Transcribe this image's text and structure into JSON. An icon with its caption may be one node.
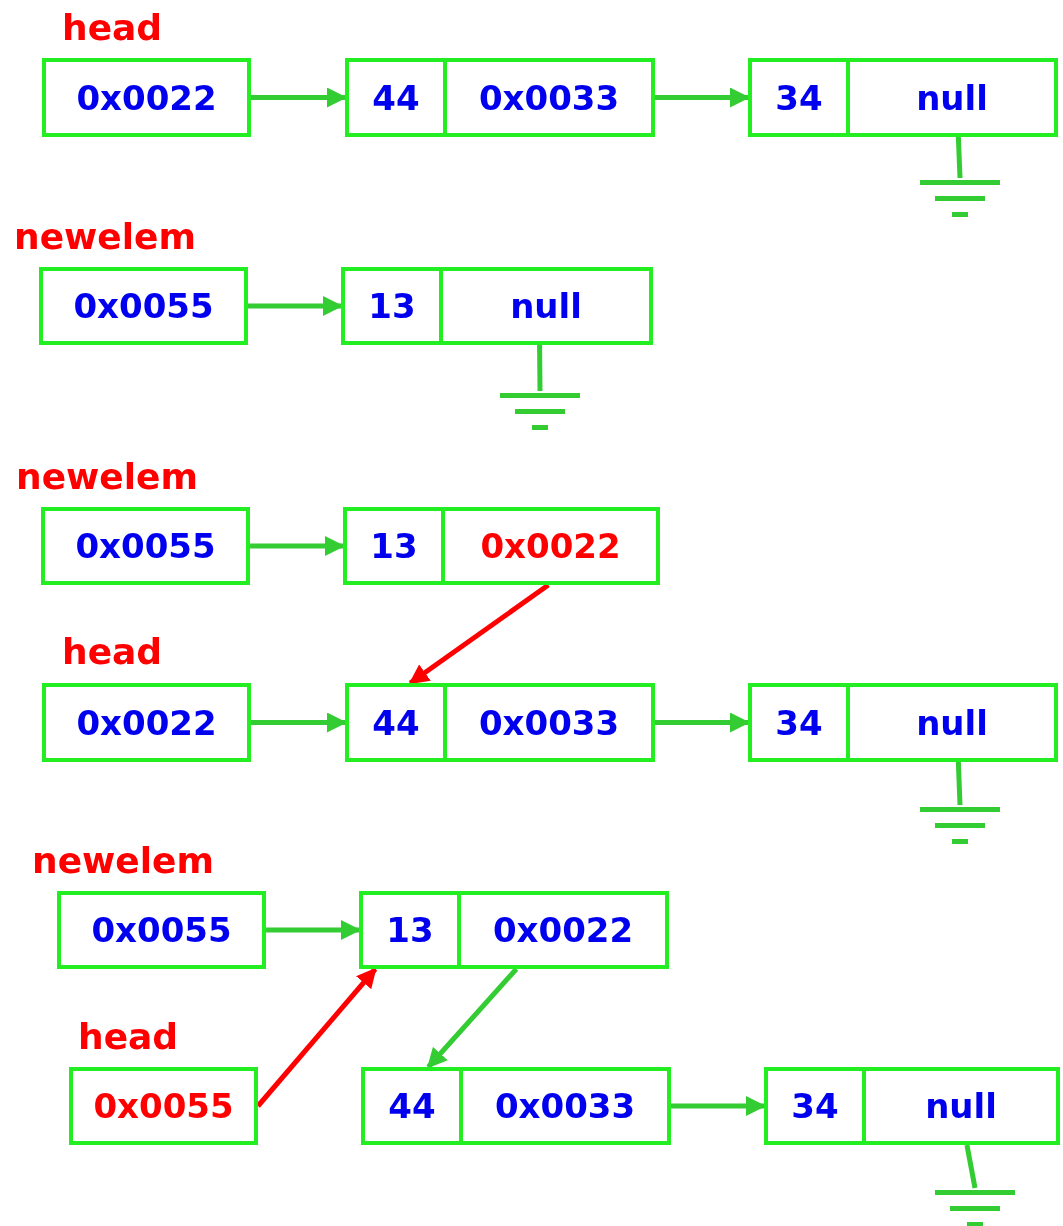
{
  "diagram": {
    "nodes": [
      {
        "text": [
          "0x0022"
        ]
      },
      {
        "text": [
          "44"
        ]
      },
      {
        "text": [
          "0x0033"
        ]
      },
      {
        "text": [
          "34"
        ]
      },
      {
        "text": [
          "null"
        ]
      },
      {
        "text": [],
        "shape": "ground"
      },
      {
        "text": [
          "0x0055"
        ]
      },
      {
        "text": [
          "13"
        ]
      },
      {
        "text": [
          "null"
        ]
      },
      {
        "text": [],
        "shape": "ground"
      },
      {
        "text": [
          "0x0055"
        ]
      },
      {
        "text": [
          "13"
        ]
      },
      {
        "text": [
          "0x0022"
        ]
      },
      {
        "text": [
          "0x0022"
        ]
      },
      {
        "text": [
          "44"
        ]
      },
      {
        "text": [
          "0x0033"
        ]
      },
      {
        "text": [
          "34"
        ]
      },
      {
        "text": [
          "null"
        ]
      },
      {
        "text": [],
        "shape": "ground"
      },
      {
        "text": [
          "0x0055"
        ]
      },
      {
        "text": [
          "13"
        ]
      },
      {
        "text": [
          "0x0022"
        ]
      },
      {
        "text": [
          "0x0055"
        ]
      },
      {
        "text": [
          "44"
        ]
      },
      {
        "text": [
          "0x0033"
        ]
      },
      {
        "text": [
          "34"
        ]
      },
      {
        "text": [
          "null"
        ]
      },
      {
        "text": [],
        "shape": "ground"
      }
    ],
    "edges": [
      {
        "from": 0,
        "to": 1,
        "arrow": "to"
      },
      {
        "from": 2,
        "to": 3,
        "arrow": "to"
      },
      {
        "from": 4,
        "to": 5,
        "arrow": "none"
      },
      {
        "from": 6,
        "to": 7,
        "arrow": "to"
      },
      {
        "from": 8,
        "to": 9,
        "arrow": "none"
      },
      {
        "from": 10,
        "to": 11,
        "arrow": "to"
      },
      {
        "from": 12,
        "to": 14,
        "arrow": "to",
        "color": "#ff0000"
      },
      {
        "from": 13,
        "to": 14,
        "arrow": "to"
      },
      {
        "from": 15,
        "to": 16,
        "arrow": "to"
      },
      {
        "from": 17,
        "to": 18,
        "arrow": "none"
      },
      {
        "from": 19,
        "to": 20,
        "arrow": "to"
      },
      {
        "from": 21,
        "to": 23,
        "arrow": "to"
      },
      {
        "from": 22,
        "to": 20,
        "arrow": "to",
        "color": "#ff0000"
      },
      {
        "from": 24,
        "to": 25,
        "arrow": "to"
      },
      {
        "from": 26,
        "to": 27,
        "arrow": "none"
      }
    ],
    "labels": [
      "head",
      "newelem",
      "newelem",
      "head",
      "newelem",
      "head"
    ]
  }
}
